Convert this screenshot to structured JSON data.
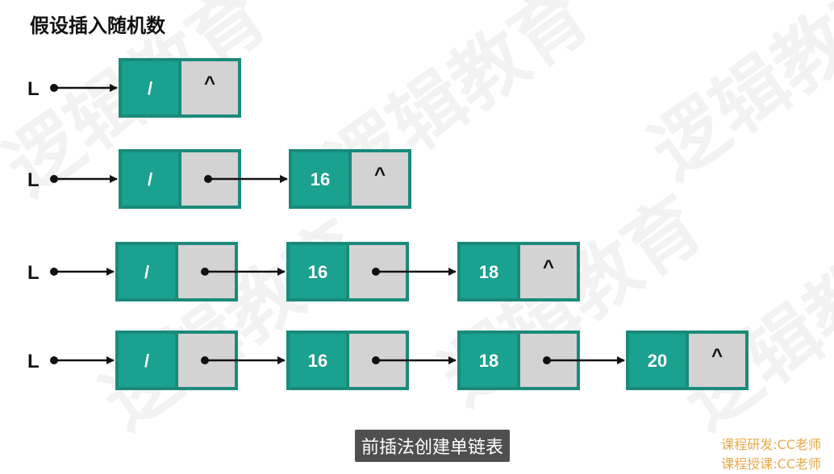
{
  "title": "假设插入随机数",
  "caption": "前插法创建单链表",
  "credits": [
    "课程研发:CC老师",
    "课程授课:CC老师"
  ],
  "watermark": "逻辑教育",
  "head_label": "L",
  "null_symbol": "^",
  "colors": {
    "data_cell": "#1aa190",
    "pointer_cell": "#d3d3d3",
    "border": "#1b8a7a",
    "arrow": "#111111",
    "credit_text": "#e8a94a"
  },
  "rows": [
    {
      "nodes": [
        {
          "value": "/"
        }
      ]
    },
    {
      "nodes": [
        {
          "value": "/"
        },
        {
          "value": "16"
        }
      ]
    },
    {
      "nodes": [
        {
          "value": "/"
        },
        {
          "value": "16"
        },
        {
          "value": "18"
        }
      ]
    },
    {
      "nodes": [
        {
          "value": "/"
        },
        {
          "value": "16"
        },
        {
          "value": "18"
        },
        {
          "value": "20"
        }
      ]
    }
  ]
}
